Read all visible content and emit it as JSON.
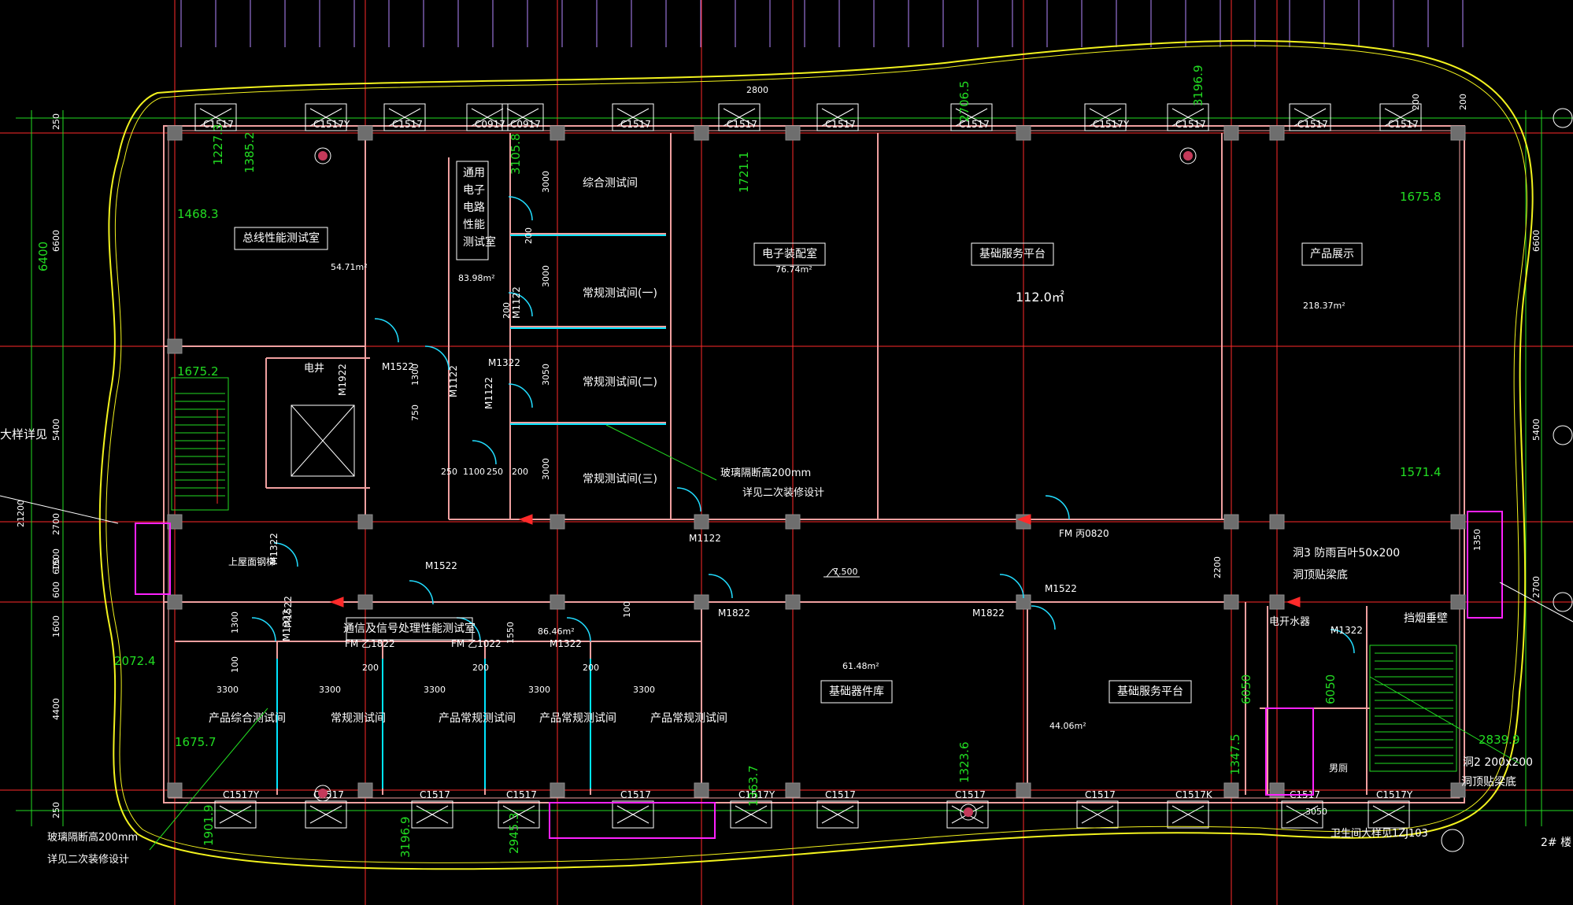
{
  "colors": {
    "background": "#000000",
    "axis": "#ff2a2a",
    "wall": "#f0a0a0",
    "column": "#8c8c8c",
    "dimension_green": "#22dd22",
    "glass_partition": "#00e5ff",
    "window": "#ffffff",
    "door": "#22ddff",
    "outline": "#f2f21e",
    "stair": "#22dd22",
    "magenta": "#ff22ff",
    "text": "#ffffff",
    "dim_text": "#ffffff",
    "purple": "#b388ff"
  },
  "rooms": [
    {
      "name": "总线性能测试室",
      "area": "54.71m²"
    },
    {
      "name": "通用\n电子\n电路\n性能\n测试室",
      "area": "83.98m²"
    },
    {
      "name": "综合测试间"
    },
    {
      "name": "常规测试间(一)"
    },
    {
      "name": "常规测试间(二)"
    },
    {
      "name": "常规测试间(三)"
    },
    {
      "name": "电子装配室",
      "area": "76.74m²"
    },
    {
      "name": "基础服务平台",
      "area": "112.0㎡"
    },
    {
      "name": "产品展示",
      "area": "218.37m²"
    },
    {
      "name": "通信及信号处理性能测试室",
      "area": "86.46m²"
    },
    {
      "name": "基础器件库",
      "area": "61.48m²"
    },
    {
      "name": "基础服务平台",
      "area": "44.06m²"
    },
    {
      "name": "产品综合测试间"
    },
    {
      "name": "常规测试间"
    },
    {
      "name": "产品常规测试间"
    },
    {
      "name": "产品常规测试间"
    },
    {
      "name": "产品常规测试间"
    }
  ],
  "labels": {
    "elec_shaft": "电井",
    "glass_note_1": "玻璃隔断高200mm",
    "glass_note_2": "详见二次装修设计",
    "detail_note": "大样详见",
    "roof_ladder": "上屋面钢梯",
    "hole3": "洞3 防雨百叶50x200",
    "hole_top": "洞顶贴梁底",
    "water_heater": "电开水器",
    "smoke_wall": "挡烟垂壁",
    "hole2": "洞2 200x200",
    "hole_top2": "洞顶贴梁底",
    "men_wc": "男厕",
    "toilet_detail": "卫生间大样见1ZJ103",
    "building_no": "2# 楼",
    "level": "7.500"
  },
  "windows": [
    "C1517",
    "C1517Y",
    "C1517",
    "C0917",
    "C0917",
    "C1517",
    "C1517",
    "C1517",
    "C1517",
    "C1517Y",
    "C1517",
    "C1517",
    "C1517",
    "C1517Y",
    "C1517",
    "C1517",
    "C1517",
    "C1517",
    "C1517Y",
    "C1517",
    "C1517",
    "C1517",
    "C1517K"
  ],
  "doors": [
    "M1522",
    "M1322",
    "M1122",
    "M1122",
    "M1122",
    "M1122",
    "FM 丙0820",
    "M1522",
    "M1822",
    "M1822",
    "M1522",
    "FM 乙1822",
    "FM 乙1022",
    "M1322",
    "M1322",
    "M1322",
    "M1322",
    "M1922",
    "M1522"
  ],
  "dimensions_green": [
    "1227.3",
    "1385.2",
    "1468.3",
    "3105.8",
    "1721.1",
    "2706.5",
    "3196.9",
    "1675.8",
    "1675.2",
    "1571.4",
    "2072.4",
    "1675.7",
    "1901.9",
    "3196.9",
    "2945.3",
    "1363.7",
    "1323.6",
    "1347.5",
    "6050",
    "6050",
    "2839.9",
    "6400"
  ],
  "dimensions_white": [
    "250",
    "6600",
    "5400",
    "2700",
    "600",
    "1500",
    "600",
    "1600",
    "4400",
    "250",
    "3000",
    "200",
    "3000",
    "3050",
    "3000",
    "200",
    "250",
    "1100",
    "250",
    "200",
    "1300",
    "750",
    "1300",
    "100",
    "3300",
    "3300",
    "3300",
    "3300",
    "3300",
    "2800",
    "2200",
    "1350",
    "1550",
    "200",
    "200",
    "200",
    "100",
    "3050",
    "200",
    "200",
    "21200",
    "6600",
    "5400",
    "2700"
  ]
}
